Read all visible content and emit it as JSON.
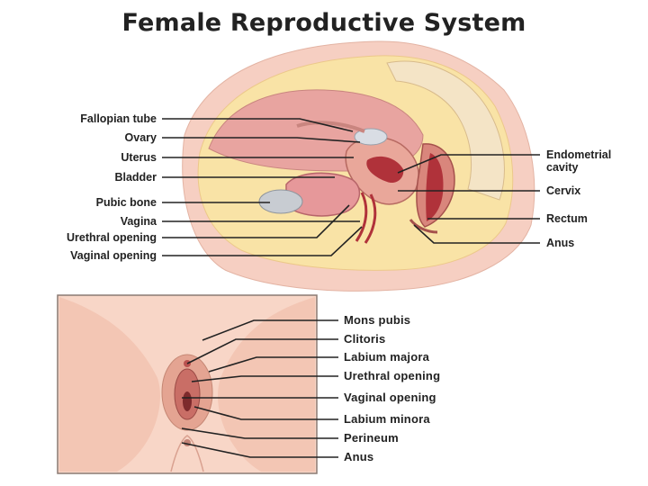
{
  "title": "Female Reproductive System",
  "sagittal_labels": {
    "fallopian_tube": "Fallopian tube",
    "ovary": "Ovary",
    "uterus": "Uterus",
    "bladder": "Bladder",
    "pubic_bone": "Pubic bone",
    "vagina": "Vagina",
    "urethral_opening": "Urethral opening",
    "vaginal_opening": "Vaginal opening",
    "endometrial_cavity": "Endometrial cavity",
    "cervix": "Cervix",
    "rectum": "Rectum",
    "anus": "Anus"
  },
  "external_labels": {
    "mons_pubis": "Mons pubis",
    "clitoris": "Clitoris",
    "labium_majora": "Labium majora",
    "urethral_opening": "Urethral opening",
    "vaginal_opening": "Vaginal opening",
    "labium_minora": "Labium minora",
    "perineum": "Perineum",
    "anus": "Anus"
  },
  "colors": {
    "skin": "#f6cfc2",
    "fat": "#f9e3a6",
    "muscle": "#d9867c",
    "organ": "#e9a79a",
    "cavity": "#b0323a",
    "bone": "#c8ccd2",
    "line": "#222222"
  }
}
